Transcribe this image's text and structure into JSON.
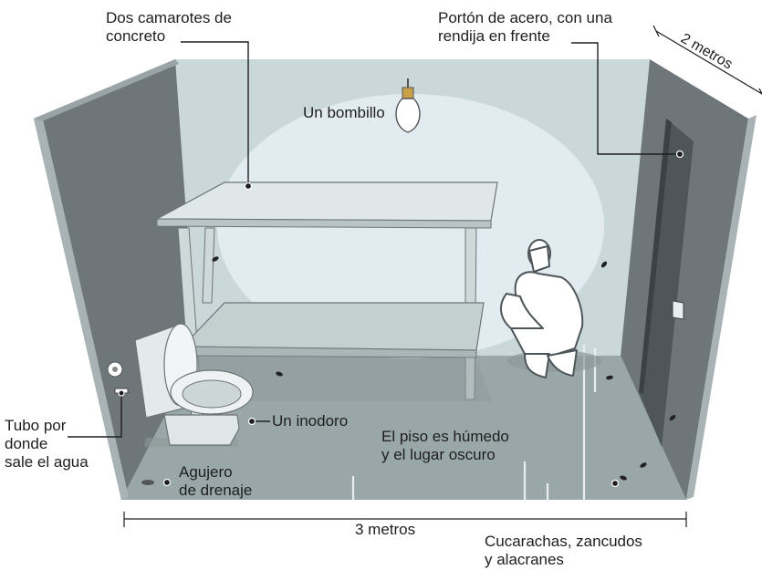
{
  "labels": {
    "camarotes": [
      "Dos camarotes de",
      "concreto"
    ],
    "porton": [
      "Portón de acero, con una",
      "rendija en frente"
    ],
    "bombillo": "Un bombillo",
    "tubo": [
      "Tubo por",
      "donde",
      "sale el agua"
    ],
    "inodoro": "Un inodoro",
    "piso": [
      "El piso es húmedo",
      "y el lugar oscuro"
    ],
    "agujero": [
      "Agujero",
      "de drenaje"
    ],
    "cucarachas": [
      "Cucarachas, zancudos",
      "y alacranes"
    ]
  },
  "dimensions": {
    "ancho": "3 metros",
    "fondo": "2 metros"
  },
  "colors": {
    "side_wall": "#6f7679",
    "back_wall": "#cbd8da",
    "floor": "#9aa7a8",
    "light": "#e6eff3",
    "line": "#1e1e1e"
  }
}
